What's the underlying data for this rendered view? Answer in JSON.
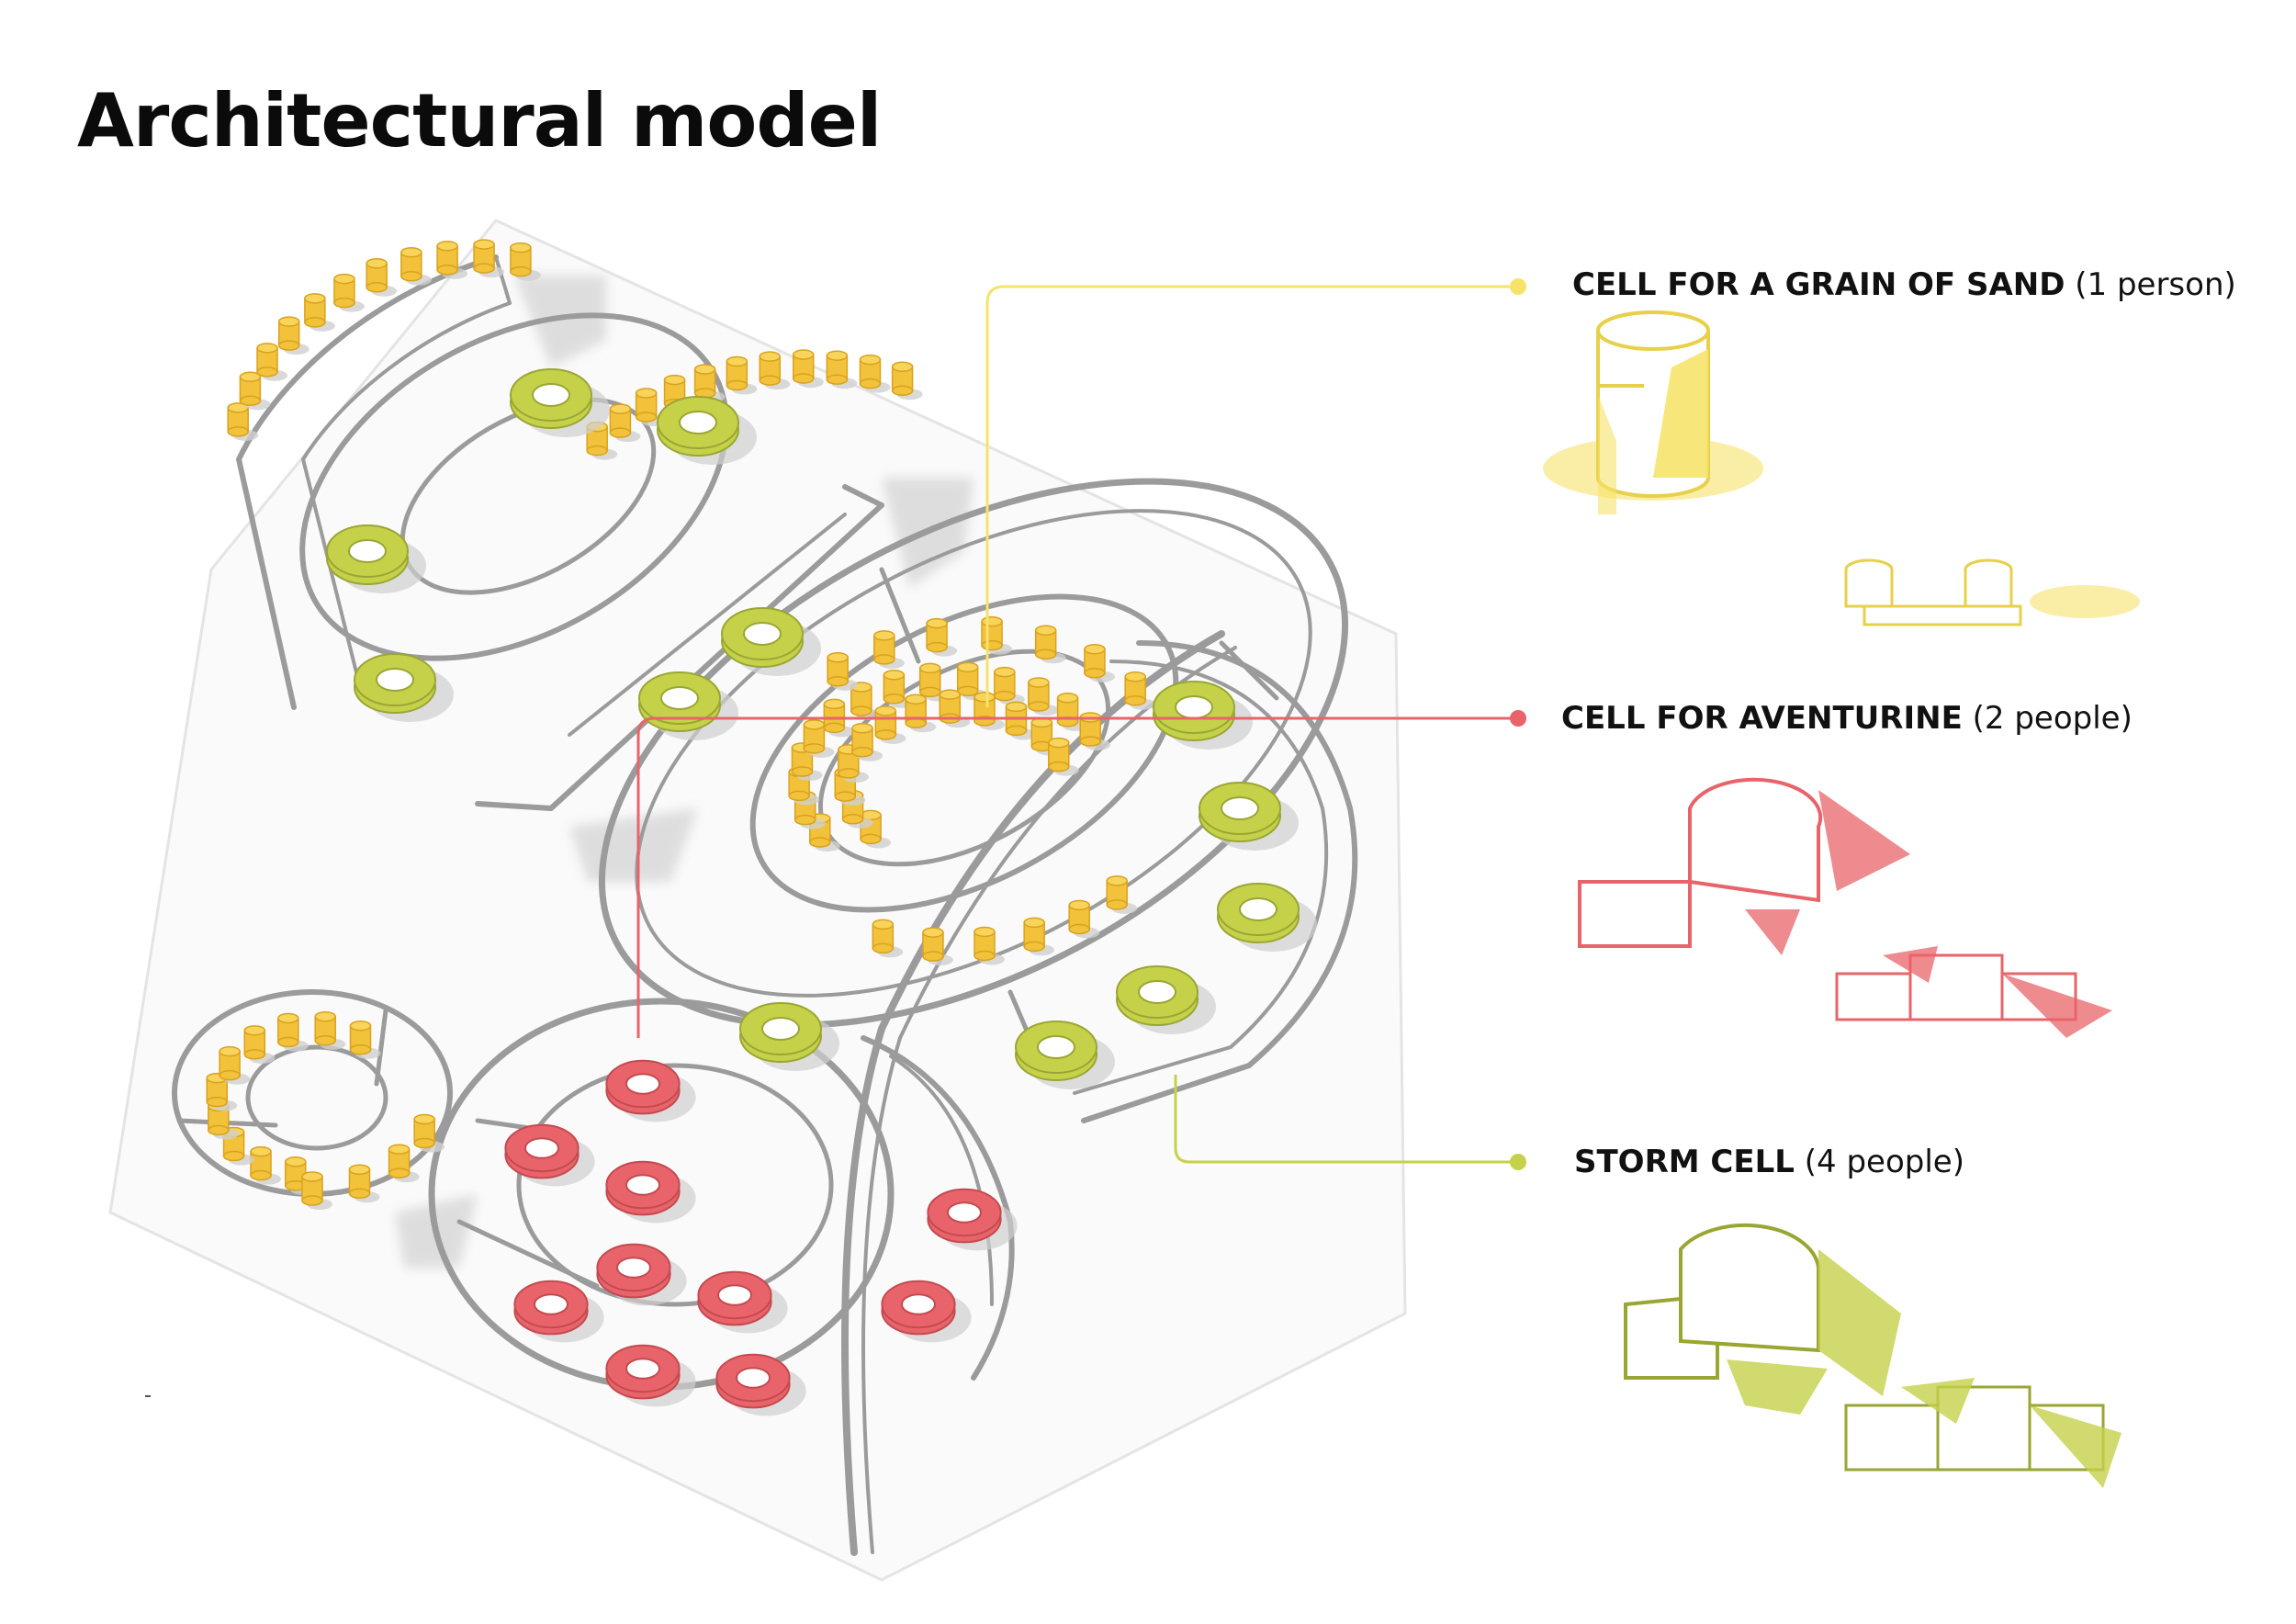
{
  "title": "Architectural model",
  "colors": {
    "sand": "#f2c23a",
    "sand_light": "#f6e36a",
    "aventurine": "#e8646a",
    "storm": "#c6d14a",
    "storm_dark": "#9aa633",
    "road": "#9b9b9b",
    "shadow": "#cfcfcf"
  },
  "legend": {
    "sand": {
      "name": "CELL FOR A GRAIN OF SAND",
      "capacity": "(1 person)",
      "icon": "cylinder-cell-icon"
    },
    "aventurine": {
      "name": "CELL FOR AVENTURINE",
      "capacity": "(2 people)",
      "icon": "double-ring-cell-icon"
    },
    "storm": {
      "name": "STORM CELL",
      "capacity": "(4 people)",
      "icon": "quad-ring-cell-icon"
    }
  }
}
